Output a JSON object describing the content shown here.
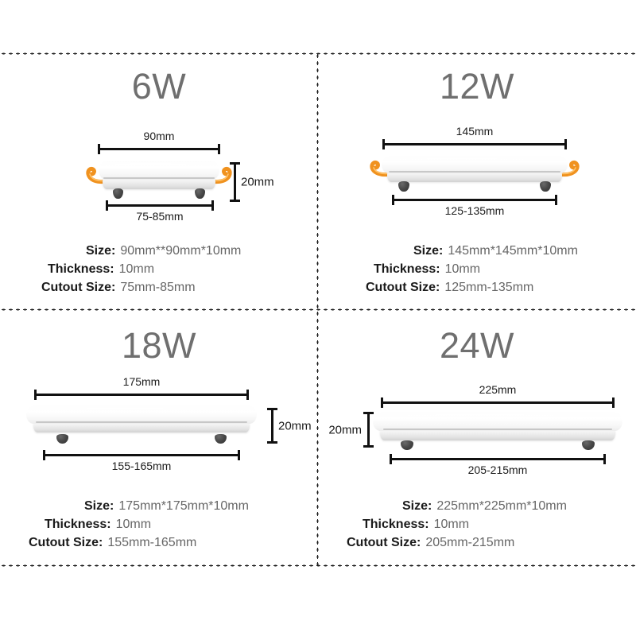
{
  "page": {
    "background_color": "#ffffff",
    "divider_color": "#1c1c1c",
    "heading_color": "#6f6f6f",
    "label_color": "#1a1a1a",
    "value_color": "#666666",
    "clip_color": "#f5a028",
    "foot_color": "#3a3a3a"
  },
  "spec_labels": {
    "size": "Size:",
    "thickness": "Thickness:",
    "cutout": "Cutout Size:"
  },
  "panels": [
    {
      "id": "6w",
      "title": "6W",
      "width_dim": "90mm",
      "cutout_dim": "75-85mm",
      "height_dim": "20mm",
      "size": "90mm**90mm*10mm",
      "thickness": "10mm",
      "cutout": "75mm-85mm"
    },
    {
      "id": "12w",
      "title": "12W",
      "width_dim": "145mm",
      "cutout_dim": "125-135mm",
      "height_dim": "",
      "size": "145mm*145mm*10mm",
      "thickness": "10mm",
      "cutout": "125mm-135mm"
    },
    {
      "id": "18w",
      "title": "18W",
      "width_dim": "175mm",
      "cutout_dim": "155-165mm",
      "height_dim": "20mm",
      "size": "175mm*175mm*10mm",
      "thickness": "10mm",
      "cutout": "155mm-165mm"
    },
    {
      "id": "24w",
      "title": "24W",
      "width_dim": "225mm",
      "cutout_dim": "205-215mm",
      "height_dim": "20mm",
      "size": "225mm*225mm*10mm",
      "thickness": "10mm",
      "cutout": "205mm-215mm"
    }
  ]
}
